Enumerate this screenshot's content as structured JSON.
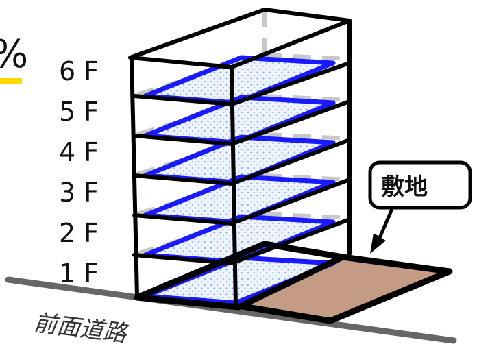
{
  "percent_fragment": "%",
  "floors": [
    "6 F",
    "5 F",
    "4 F",
    "3 F",
    "2 F",
    "1 F"
  ],
  "site_callout": "敷地",
  "road_label": "前面道路",
  "colors": {
    "building_outline": "#000000",
    "floor_plate": "#1a1aff",
    "floor_fill": "#eef4ff",
    "hidden_edge": "#c8c8c8",
    "site_fill": "#c49c86",
    "road_line": "#666666",
    "highlight": "#ffd800"
  }
}
